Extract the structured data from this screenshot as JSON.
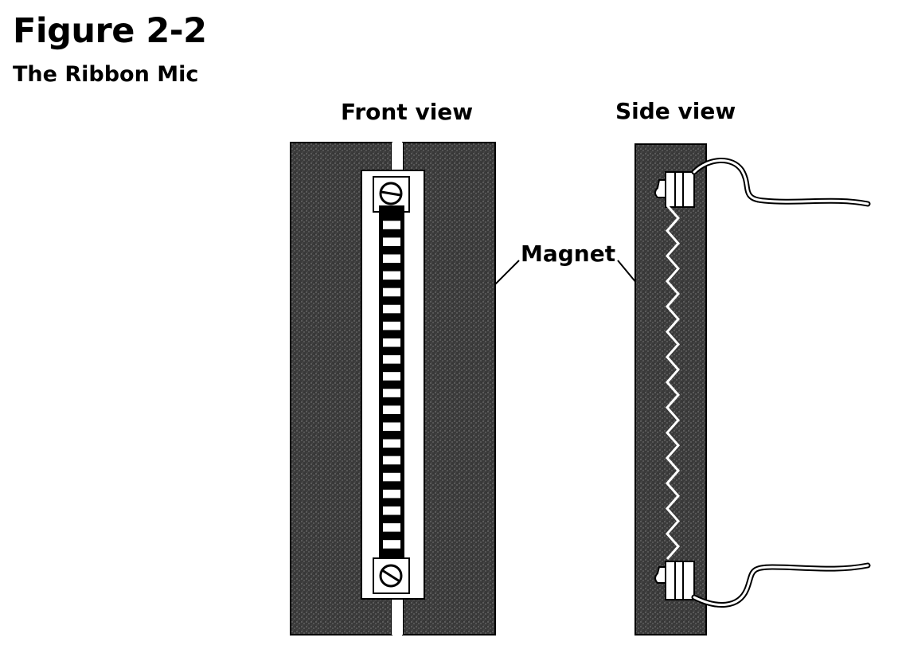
{
  "figure": {
    "title": "Figure 2-2",
    "subtitle": "The Ribbon Mic"
  },
  "labels": {
    "front_view": "Front view",
    "side_view": "Side view",
    "magnet": "Magnet"
  },
  "colors": {
    "magnet_fill": "#3a3a3a",
    "ink": "#000000",
    "paper": "#ffffff"
  },
  "ribbon": {
    "segments": 20
  }
}
